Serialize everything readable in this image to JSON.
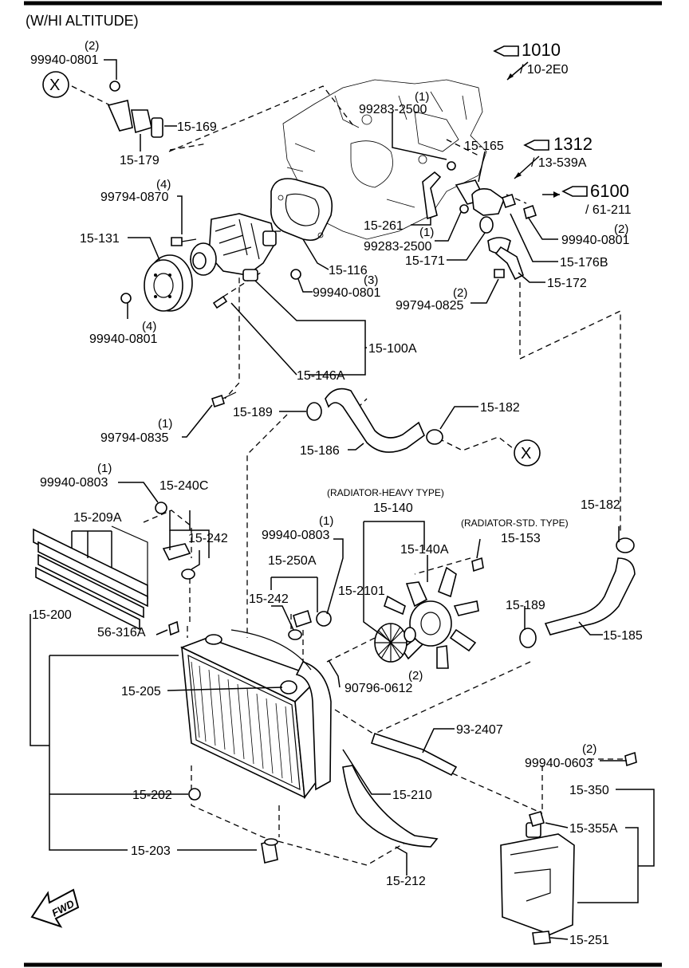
{
  "header": {
    "title": "(W/HI ALTITUDE)"
  },
  "markers": {
    "x_top": "X",
    "x_bottom": "X",
    "fwd": "FWD"
  },
  "refs": {
    "r1010": {
      "num": "1010",
      "sub": "/ 10-2E0"
    },
    "r1312": {
      "num": "1312",
      "sub": "/ 13-539A"
    },
    "r6100": {
      "num": "6100",
      "sub": "/ 61-211"
    }
  },
  "notes": {
    "heavy": "(RADIATOR-HEAVY TYPE)",
    "std": "(RADIATOR-STD. TYPE)"
  },
  "labels": {
    "q_99940_0801_a": "(2)",
    "p_99940_0801_a": "99940-0801",
    "p_15_169": "15-169",
    "p_15_179": "15-179",
    "q_99283_2500_a": "(1)",
    "p_99283_2500_a": "99283-2500",
    "p_15_165": "15-165",
    "q_99794_0870": "(4)",
    "p_99794_0870": "99794-0870",
    "p_15_131": "15-131",
    "p_15_261": "15-261",
    "q_99283_2500_b": "(1)",
    "p_99283_2500_b": "99283-2500",
    "p_15_171": "15-171",
    "q_99940_0801_b": "(2)",
    "p_99940_0801_b": "99940-0801",
    "p_15_176b": "15-176B",
    "p_15_116": "15-116",
    "q_99940_0801_c": "(3)",
    "p_99940_0801_c": "99940-0801",
    "p_15_172": "15-172",
    "q_99794_0825": "(2)",
    "p_99794_0825": "99794-0825",
    "q_99940_0801_d": "(4)",
    "p_99940_0801_d": "99940-0801",
    "p_15_100a": "15-100A",
    "p_15_146a": "15-146A",
    "p_15_189_a": "15-189",
    "p_15_182_a": "15-182",
    "q_99794_0835": "(1)",
    "p_99794_0835": "99794-0835",
    "p_15_186": "15-186",
    "q_99940_0803_a": "(1)",
    "p_99940_0803_a": "99940-0803",
    "p_15_240c": "15-240C",
    "p_15_140": "15-140",
    "p_15_209a": "15-209A",
    "p_15_242_a": "15-242",
    "q_99940_0803_b": "(1)",
    "p_99940_0803_b": "99940-0803",
    "p_15_153": "15-153",
    "p_15_140a": "15-140A",
    "p_15_182_b": "15-182",
    "p_15_250a": "15-250A",
    "p_15_2101": "15-2101",
    "p_15_242_b": "15-242",
    "p_15_200": "15-200",
    "p_15_189_b": "15-189",
    "p_56_316a": "56-316A",
    "p_15_185": "15-185",
    "p_15_205": "15-205",
    "q_90796_0612": "(2)",
    "p_90796_0612": "90796-0612",
    "p_93_2407": "93-2407",
    "q_99940_0603": "(2)",
    "p_99940_0603": "99940-0603",
    "p_15_202": "15-202",
    "p_15_210": "15-210",
    "p_15_350": "15-350",
    "p_15_355a": "15-355A",
    "p_15_203": "15-203",
    "p_15_212": "15-212",
    "p_15_251": "15-251"
  }
}
